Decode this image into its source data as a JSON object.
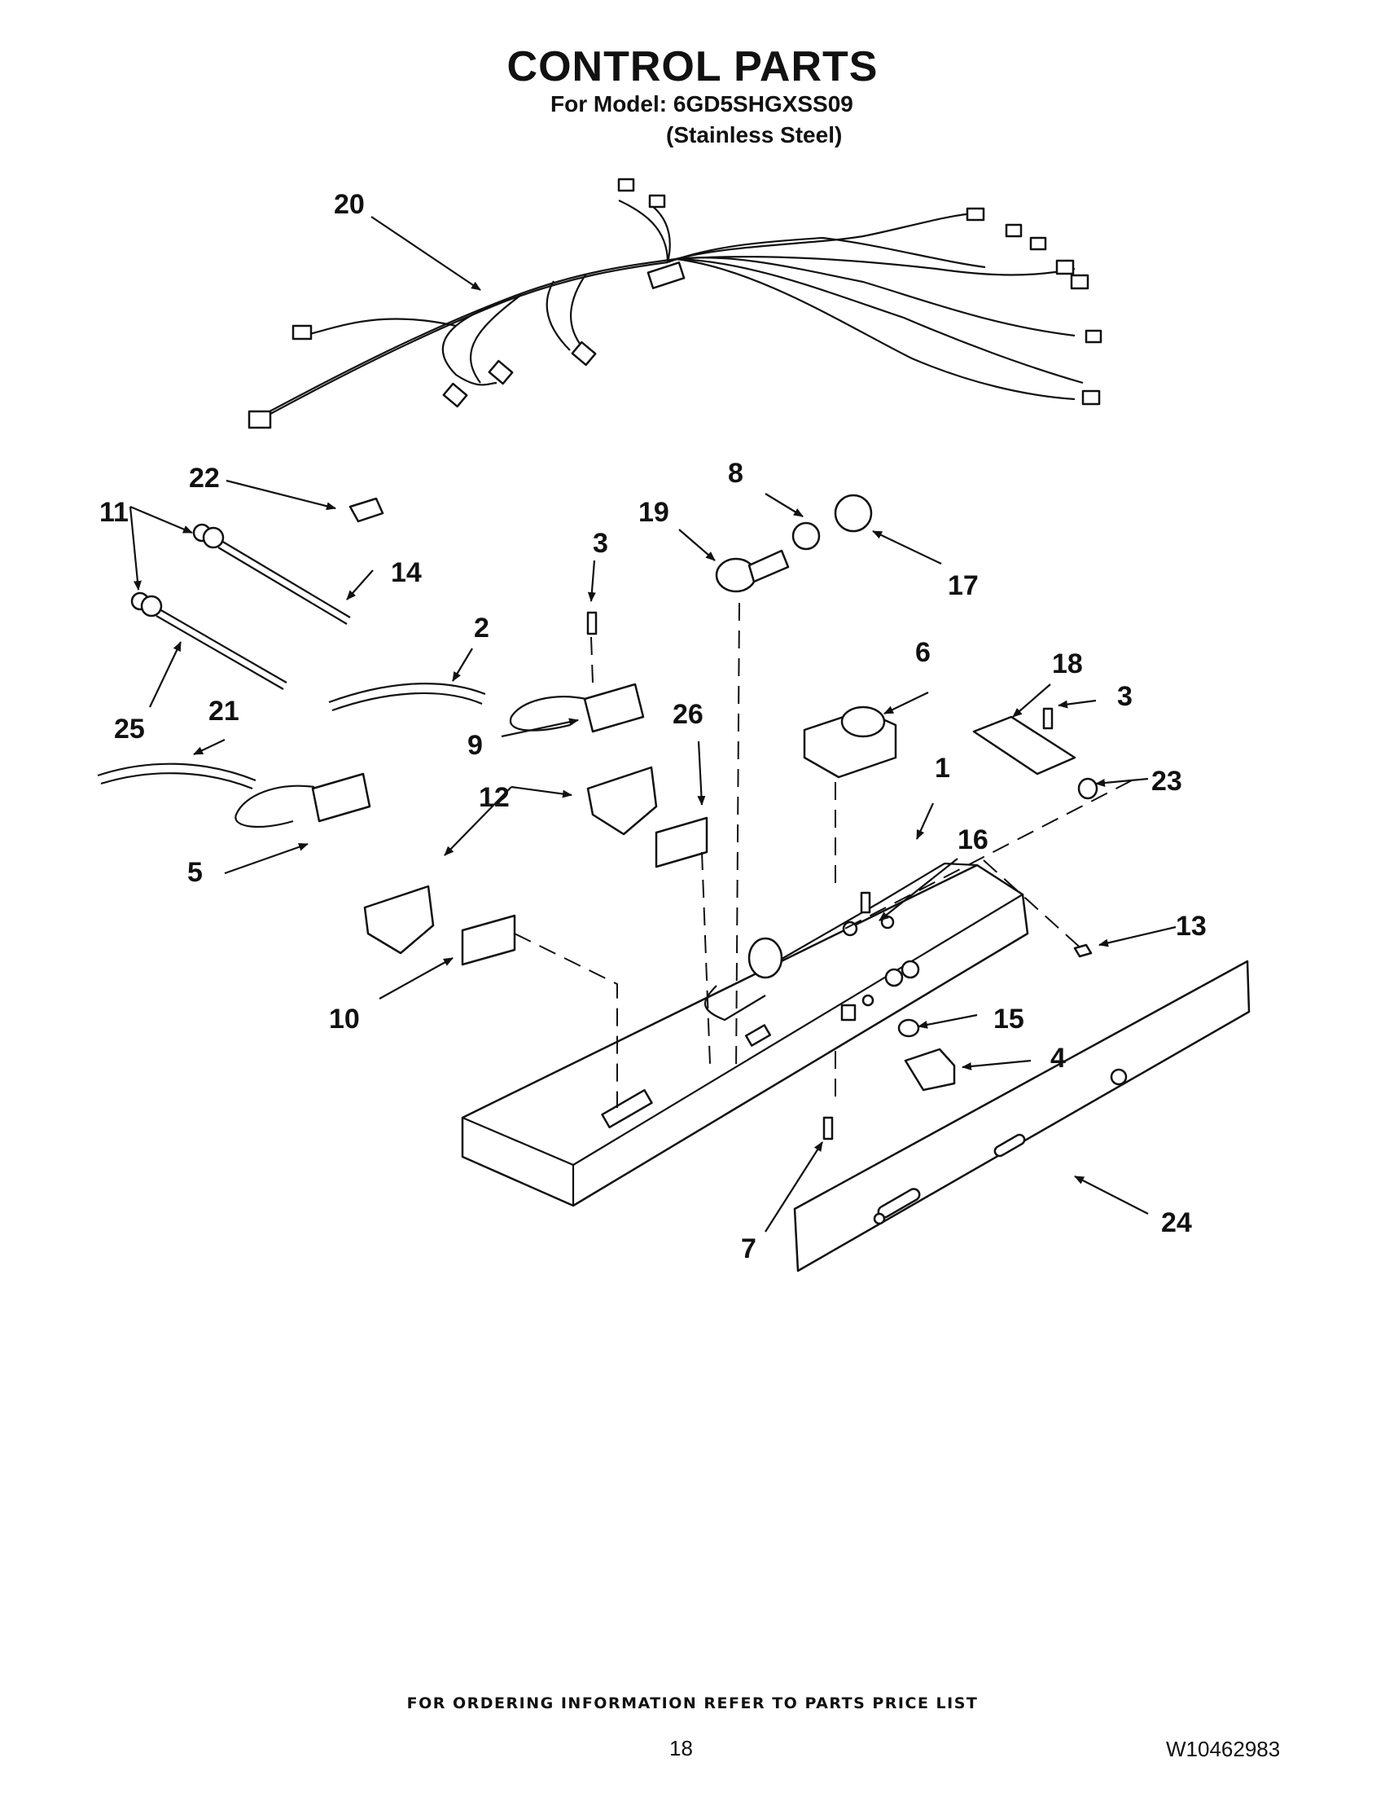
{
  "header": {
    "title": "CONTROL PARTS",
    "model_line": "For Model: 6GD5SHGXSS09",
    "finish_line": "(Stainless Steel)"
  },
  "callouts": [
    "1",
    "2",
    "3",
    "3",
    "4",
    "5",
    "6",
    "7",
    "8",
    "9",
    "10",
    "11",
    "12",
    "13",
    "14",
    "15",
    "16",
    "17",
    "18",
    "19",
    "20",
    "21",
    "22",
    "23",
    "24",
    "25",
    "26"
  ],
  "footer": {
    "ordering_note": "FOR ORDERING INFORMATION REFER TO PARTS PRICE LIST",
    "page_number": "18",
    "document_id": "W10462983"
  }
}
